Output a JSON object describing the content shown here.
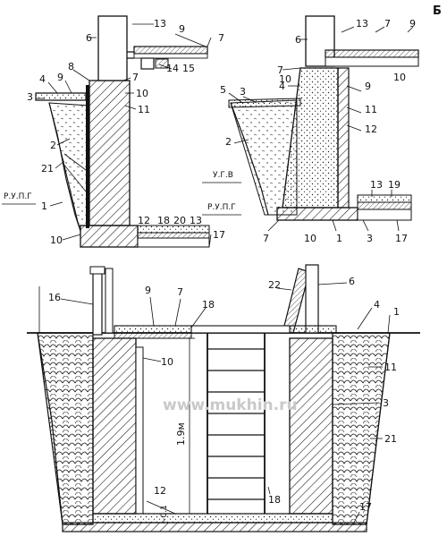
{
  "corner_letter": "Б",
  "watermark": "www.mukhin.ru",
  "top_left": {
    "level_label": "Р.У.П.Г",
    "callouts": [
      "6",
      "13",
      "9",
      "7",
      "8",
      "4",
      "9",
      "3",
      "7",
      "10",
      "11",
      "2",
      "21",
      "1",
      "10",
      "14",
      "15",
      "12",
      "18",
      "20",
      "13",
      "17"
    ]
  },
  "top_right": {
    "level_labels": [
      "У.Г.В",
      "Р.У.П.Г"
    ],
    "callouts": [
      "6",
      "13",
      "7",
      "9",
      "7",
      "10",
      "4",
      "3",
      "5",
      "10",
      "9",
      "11",
      "2",
      "12",
      "13",
      "19",
      "7",
      "10",
      "1",
      "3",
      "17"
    ]
  },
  "bottom": {
    "height_dim": "1.9м",
    "gap_dim": "~0.1",
    "callouts": [
      "16",
      "9",
      "7",
      "18",
      "22",
      "6",
      "4",
      "1",
      "10",
      "11",
      "3",
      "21",
      "12",
      "18",
      "17"
    ]
  }
}
